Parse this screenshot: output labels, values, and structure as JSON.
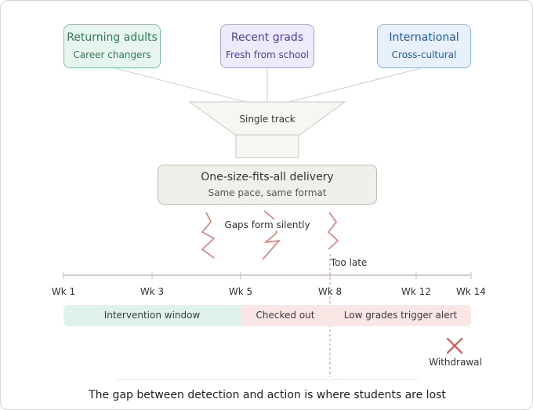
{
  "groups": [
    {
      "title": "Returning adults",
      "subtitle": "Career changers",
      "color": "#2d7a5a",
      "bg": "#e6f5ee",
      "border": "#7cc3a0"
    },
    {
      "title": "Recent grads",
      "subtitle": "Fresh from school",
      "color": "#4b3fa0",
      "bg": "#ecebfb",
      "border": "#a9a3e3"
    },
    {
      "title": "International",
      "subtitle": "Cross-cultural",
      "color": "#1f5aa6",
      "bg": "#e7f0fb",
      "border": "#93b6e3"
    }
  ],
  "funnel": {
    "label": "Single track"
  },
  "delivery": {
    "title": "One-size-fits-all delivery",
    "subtitle": "Same pace, same format"
  },
  "gaps": {
    "label": "Gaps form silently"
  },
  "timeline": {
    "ticks": [
      "Wk 1",
      "Wk 3",
      "Wk 5",
      "Wk 8",
      "Wk 12",
      "Wk 14"
    ],
    "too_late_label": "Too late",
    "bands": [
      {
        "label": "Intervention window",
        "bg": "#dff3ec"
      },
      {
        "label": "Checked out",
        "bg": "#fbe6e6"
      },
      {
        "label": "Low grades trigger alert",
        "bg": "#fbe6e6"
      }
    ],
    "withdrawal_label": "Withdrawal"
  },
  "caption": "The gap between detection and action is where students are lost"
}
